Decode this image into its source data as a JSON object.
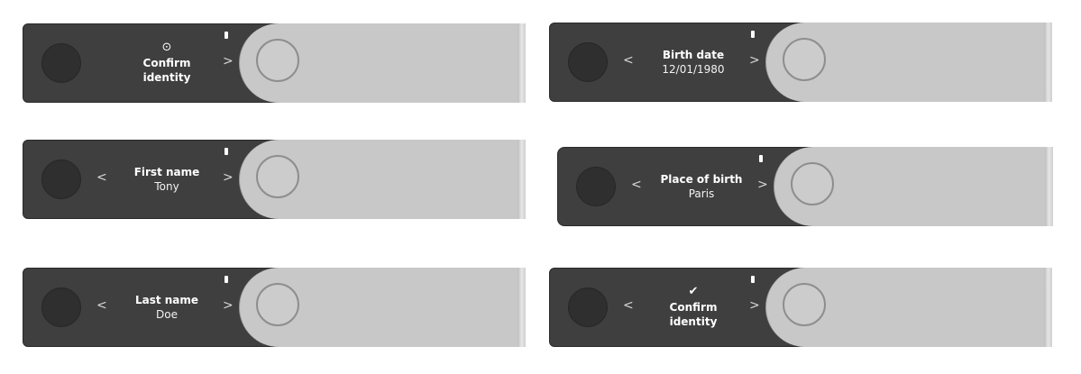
{
  "devices": [
    {
      "id": "screen-1",
      "glyph": "⊙",
      "glyph_name": "eye-icon",
      "title": "Confirm\nidentity",
      "value": "",
      "left_arrow": "",
      "right_arrow": ">"
    },
    {
      "id": "screen-2",
      "glyph": "",
      "title": "Birth date",
      "value": "12/01/1980",
      "left_arrow": "<",
      "right_arrow": ">"
    },
    {
      "id": "screen-3",
      "glyph": "",
      "title": "First name",
      "value": "Tony",
      "left_arrow": "<",
      "right_arrow": ">"
    },
    {
      "id": "screen-4",
      "glyph": "",
      "title": "Place of birth",
      "value": "Paris",
      "left_arrow": "<",
      "right_arrow": ">"
    },
    {
      "id": "screen-5",
      "glyph": "",
      "title": "Last name",
      "value": "Doe",
      "left_arrow": "<",
      "right_arrow": ">"
    },
    {
      "id": "screen-6",
      "glyph": "✔",
      "glyph_name": "checkmark-icon",
      "title": "Confirm\nidentity",
      "value": "",
      "left_arrow": "<",
      "right_arrow": ">"
    }
  ]
}
